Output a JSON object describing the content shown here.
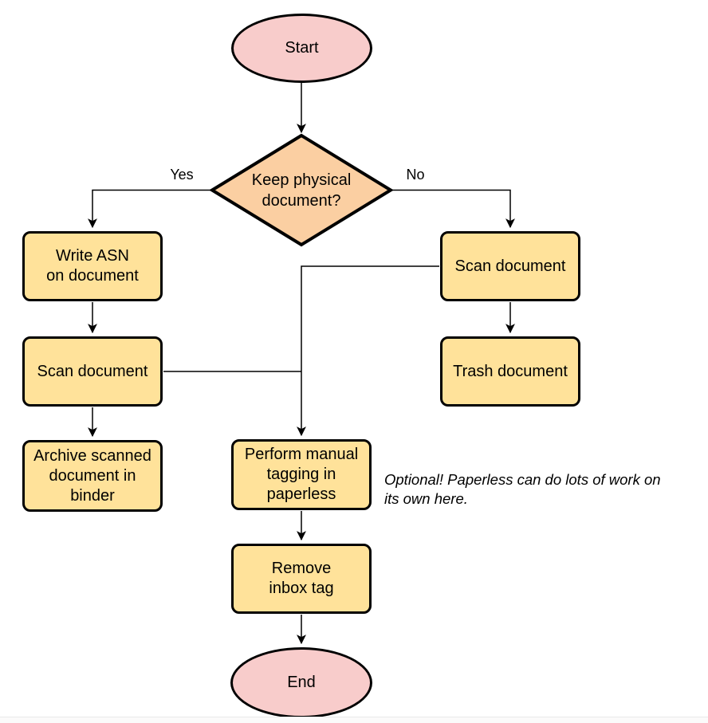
{
  "diagram": {
    "nodes": {
      "start": {
        "label": "Start",
        "type": "terminator"
      },
      "decision": {
        "label": "Keep physical\ndocument?",
        "type": "decision"
      },
      "write_asn": {
        "label": "Write ASN\non document",
        "type": "process"
      },
      "scan_document_left": {
        "label": "Scan document",
        "type": "process"
      },
      "archive": {
        "label": "Archive scanned\ndocument in\nbinder",
        "type": "process"
      },
      "scan_document_right": {
        "label": "Scan document",
        "type": "process"
      },
      "trash": {
        "label": "Trash document",
        "type": "process"
      },
      "manual_tagging": {
        "label": "Perform manual\ntagging in\npaperless",
        "type": "process"
      },
      "remove_inbox_tag": {
        "label": "Remove\ninbox tag",
        "type": "process"
      },
      "end": {
        "label": "End",
        "type": "terminator"
      }
    },
    "edge_labels": {
      "yes": "Yes",
      "no": "No"
    },
    "annotation": "Optional! Paperless can do lots of work on\nits own here.",
    "colors": {
      "terminator_fill": "#f8cccb",
      "process_fill": "#ffe29a",
      "decision_fill": "#fbcfa2",
      "stroke": "#000000",
      "edge": "#000000"
    }
  }
}
